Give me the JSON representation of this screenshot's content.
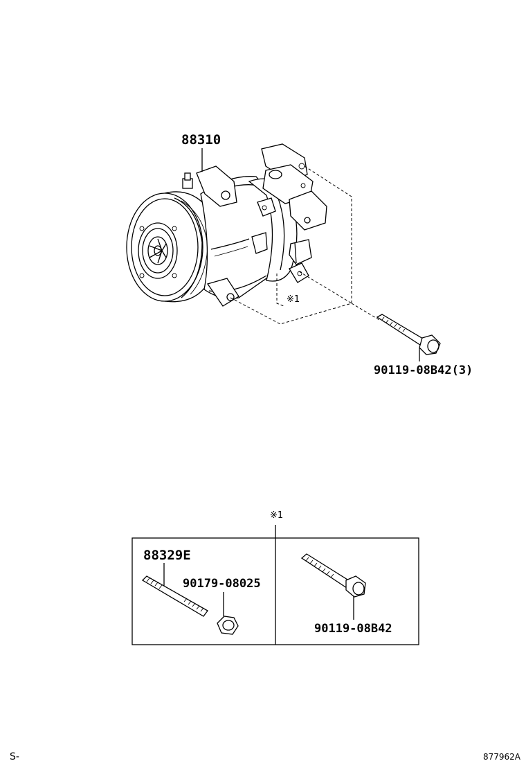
{
  "labels": {
    "compressor": "88310",
    "bolt_main": "90119-08B42(3)",
    "ref_mark_upper": "※1",
    "ref_mark_box": "※1",
    "stud": "88329E",
    "nut": "90179-08025",
    "bolt_box": "90119-08B42"
  },
  "footer": {
    "left": "S-",
    "right": "877962A"
  }
}
